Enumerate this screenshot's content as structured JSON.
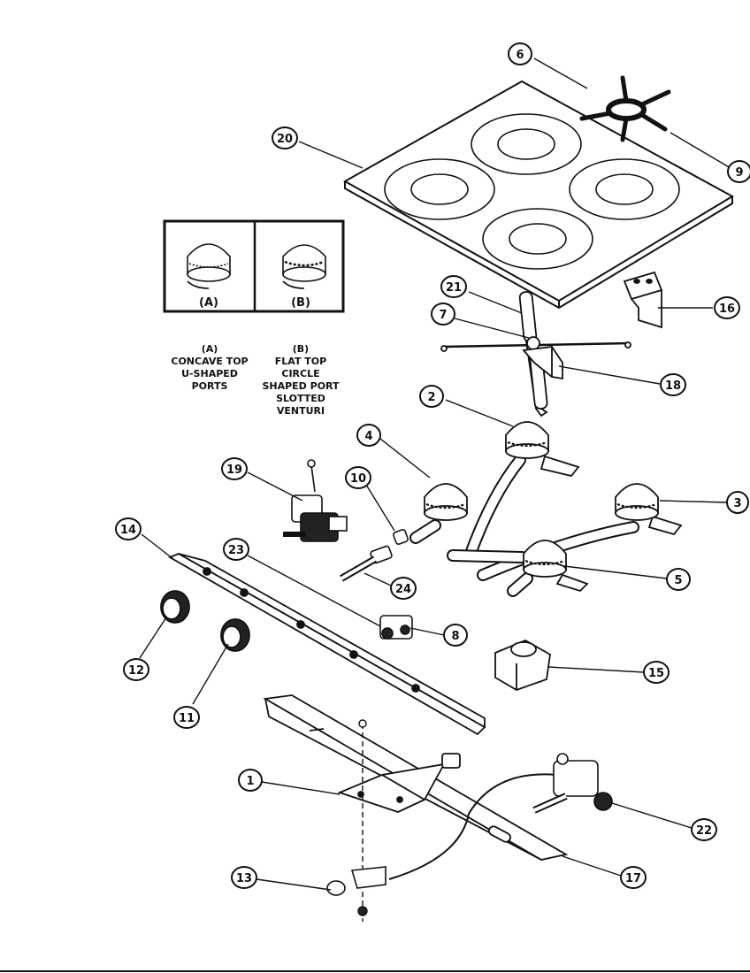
{
  "diagram": {
    "callouts": [
      {
        "id": "callout-6",
        "label": "6"
      },
      {
        "id": "callout-9",
        "label": "9"
      },
      {
        "id": "callout-20",
        "label": "20"
      },
      {
        "id": "callout-16",
        "label": "16"
      },
      {
        "id": "callout-21",
        "label": "21"
      },
      {
        "id": "callout-7",
        "label": "7"
      },
      {
        "id": "callout-18",
        "label": "18"
      },
      {
        "id": "callout-2",
        "label": "2"
      },
      {
        "id": "callout-4",
        "label": "4"
      },
      {
        "id": "callout-3",
        "label": "3"
      },
      {
        "id": "callout-19",
        "label": "19"
      },
      {
        "id": "callout-10",
        "label": "10"
      },
      {
        "id": "callout-5",
        "label": "5"
      },
      {
        "id": "callout-14",
        "label": "14"
      },
      {
        "id": "callout-23",
        "label": "23"
      },
      {
        "id": "callout-24",
        "label": "24"
      },
      {
        "id": "callout-8",
        "label": "8"
      },
      {
        "id": "callout-12",
        "label": "12"
      },
      {
        "id": "callout-11",
        "label": "11"
      },
      {
        "id": "callout-15",
        "label": "15"
      },
      {
        "id": "callout-1",
        "label": "1"
      },
      {
        "id": "callout-22",
        "label": "22"
      },
      {
        "id": "callout-13",
        "label": "13"
      },
      {
        "id": "callout-17",
        "label": "17"
      }
    ],
    "inset": {
      "label_a": "(A)",
      "label_b": "(B)"
    },
    "legend_a": {
      "letter": "(A)",
      "line1": "CONCAVE TOP",
      "line2": "U-SHAPED",
      "line3": "PORTS"
    },
    "legend_b": {
      "letter": "(B)",
      "line1": "FLAT TOP",
      "line2": "CIRCLE",
      "line3": "SHAPED PORT",
      "line4": "SLOTTED",
      "line5": "VENTURI"
    }
  }
}
